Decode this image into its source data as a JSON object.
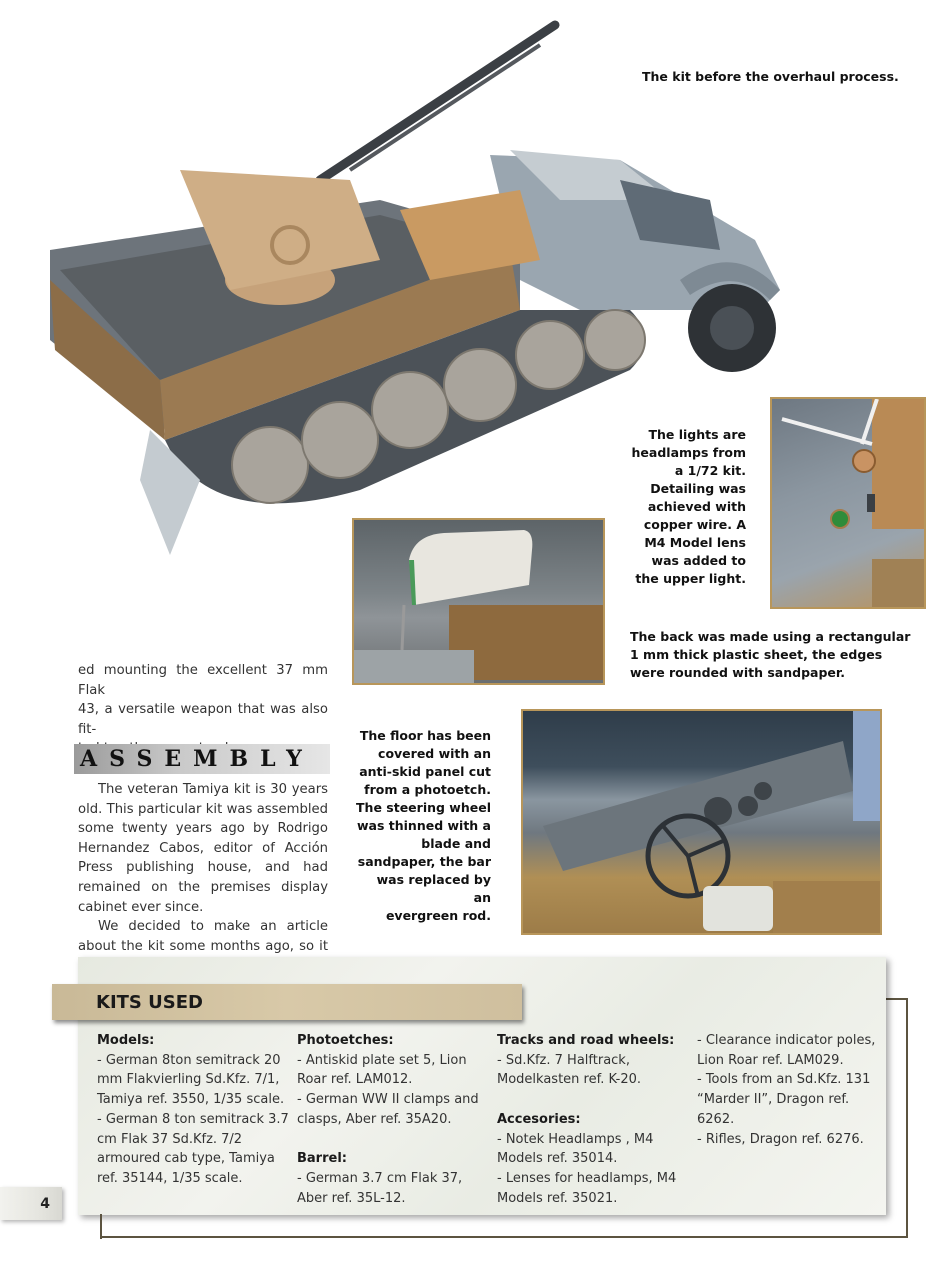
{
  "captions": {
    "main_photo": "The kit before the overhaul process.",
    "lights": [
      "The lights are",
      "headlamps from",
      "a 1/72 kit.",
      "Detailing was",
      "achieved with",
      "copper wire. A",
      "M4 Model lens",
      "was added to",
      "the upper light."
    ],
    "back": [
      "The back was made using a rectangular",
      "1 mm thick plastic sheet, the edges",
      "were rounded with sandpaper."
    ],
    "floor": [
      "The floor has been",
      "covered with an",
      "anti-skid panel cut",
      "from a photoetch.",
      "The steering wheel",
      "was thinned with a",
      "blade and",
      "sandpaper, the bar",
      "was replaced by an",
      "evergreen rod."
    ]
  },
  "photos": {
    "main": "halftrack-flak-model",
    "seat_back": "seat-back-detail",
    "headlights": "headlight-detail",
    "dashboard": "dashboard-floor-detail"
  },
  "article": {
    "intro_lines": [
      "ed mounting the excellent 37 mm Flak",
      "43, a versatile weapon that was also fit-",
      "ted to other army trucks."
    ],
    "section_heading": "ASSEMBLY",
    "paragraph1": "The veteran Tamiya kit is 30 years old. This particular kit was assembled some twenty years ago by Rodrigo Hernandez Cabos, editor of Acción Press publishing house, and had remained on the premises display cabinet ever since.",
    "paragraph2": "We decided to make an article about the kit some months ago, so it had to"
  },
  "kits_used": {
    "title": "KITS USED",
    "columns": [
      {
        "groups": [
          {
            "heading": "Models:",
            "lines": [
              "- German 8ton semitrack 20",
              "mm Flakvierling Sd.Kfz. 7/1,",
              "Tamiya ref. 3550, 1/35 scale.",
              "- German 8 ton semitrack 3.7",
              "cm Flak 37 Sd.Kfz. 7/2",
              "armoured cab type, Tamiya",
              "ref. 35144, 1/35 scale."
            ]
          }
        ]
      },
      {
        "groups": [
          {
            "heading": "Photoetches:",
            "lines": [
              "- Antiskid plate set 5, Lion",
              "Roar ref.  LAM012.",
              "- German WW II clamps and",
              "clasps, Aber ref. 35A20."
            ]
          },
          {
            "heading": "Barrel:",
            "lines": [
              "- German 3.7 cm Flak 37,",
              "Aber ref. 35L-12."
            ]
          }
        ]
      },
      {
        "groups": [
          {
            "heading": "Tracks and road wheels:",
            "lines": [
              "- Sd.Kfz. 7 Halftrack,",
              "Modelkasten ref. K-20."
            ]
          },
          {
            "heading": "Accesories:",
            "lines": [
              "- Notek Headlamps , M4",
              "Models ref. 35014.",
              "- Lenses for headlamps, M4",
              "Models ref. 35021."
            ]
          }
        ]
      },
      {
        "groups": [
          {
            "heading": "",
            "lines": [
              "- Clearance indicator poles,",
              "Lion Roar ref. LAM029.",
              "- Tools from an Sd.Kfz. 131",
              "“Marder II”, Dragon ref.",
              "6262.",
              "- Rifles, Dragon ref. 6276."
            ]
          }
        ]
      }
    ]
  },
  "page_number": "4",
  "colors": {
    "photo_border": "#b8965a",
    "banner": "#d0c09f",
    "frame": "#5c5440",
    "panel_bg": "#eceee7"
  }
}
